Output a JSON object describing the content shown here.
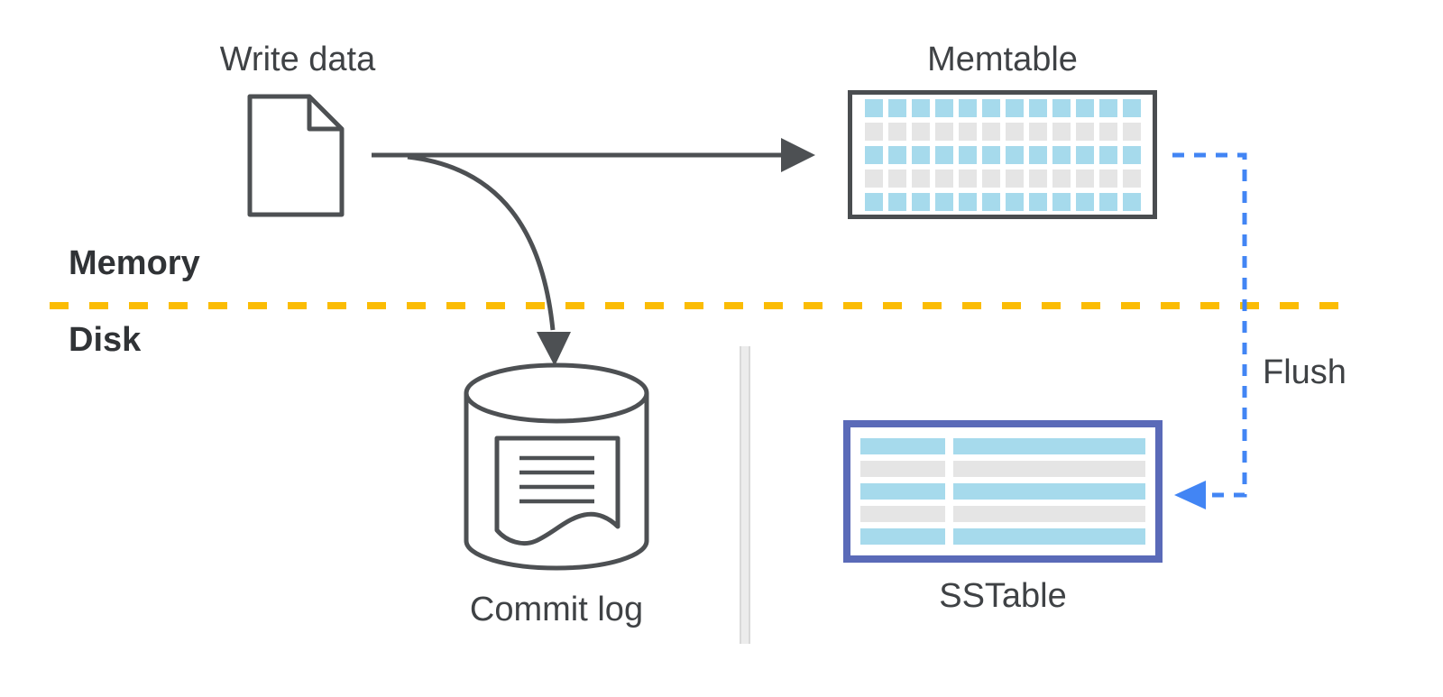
{
  "colors": {
    "label_text": "#3F4245",
    "zone_label_text": "#303336",
    "stroke_dark": "#4D5053",
    "memory_disk_divider_yellow": "#FBBC04",
    "flush_blue": "#4285F4",
    "cell_blue": "#A6DAEC",
    "cell_gray": "#E5E5E5",
    "sstable_border_indigo": "#5A6AB8",
    "memtable_border": "#4A4D50",
    "disk_separator_gray": "#ECECEC"
  },
  "zones": {
    "memory": {
      "label": "Memory"
    },
    "disk": {
      "label": "Disk"
    }
  },
  "nodes": {
    "write_data": {
      "label": "Write data",
      "icon": "document"
    },
    "memtable": {
      "label": "Memtable",
      "grid": {
        "columns": 12,
        "rows": 5,
        "row_pattern": [
          "blue",
          "gray",
          "blue",
          "gray",
          "blue"
        ]
      }
    },
    "commit_log": {
      "label": "Commit log",
      "icon": "database-cylinder-with-log-document"
    },
    "sstable": {
      "label": "SSTable",
      "table": {
        "rows": 5,
        "columns": 2,
        "row_pattern": [
          "blue",
          "gray",
          "blue",
          "gray",
          "blue"
        ]
      }
    }
  },
  "edges": {
    "write_to_memtable": {
      "type": "solid-arrow"
    },
    "write_to_commit_log": {
      "type": "curved-solid-arrow"
    },
    "memtable_to_sstable": {
      "label": "Flush",
      "type": "dashed-blue-elbow-arrow"
    }
  }
}
